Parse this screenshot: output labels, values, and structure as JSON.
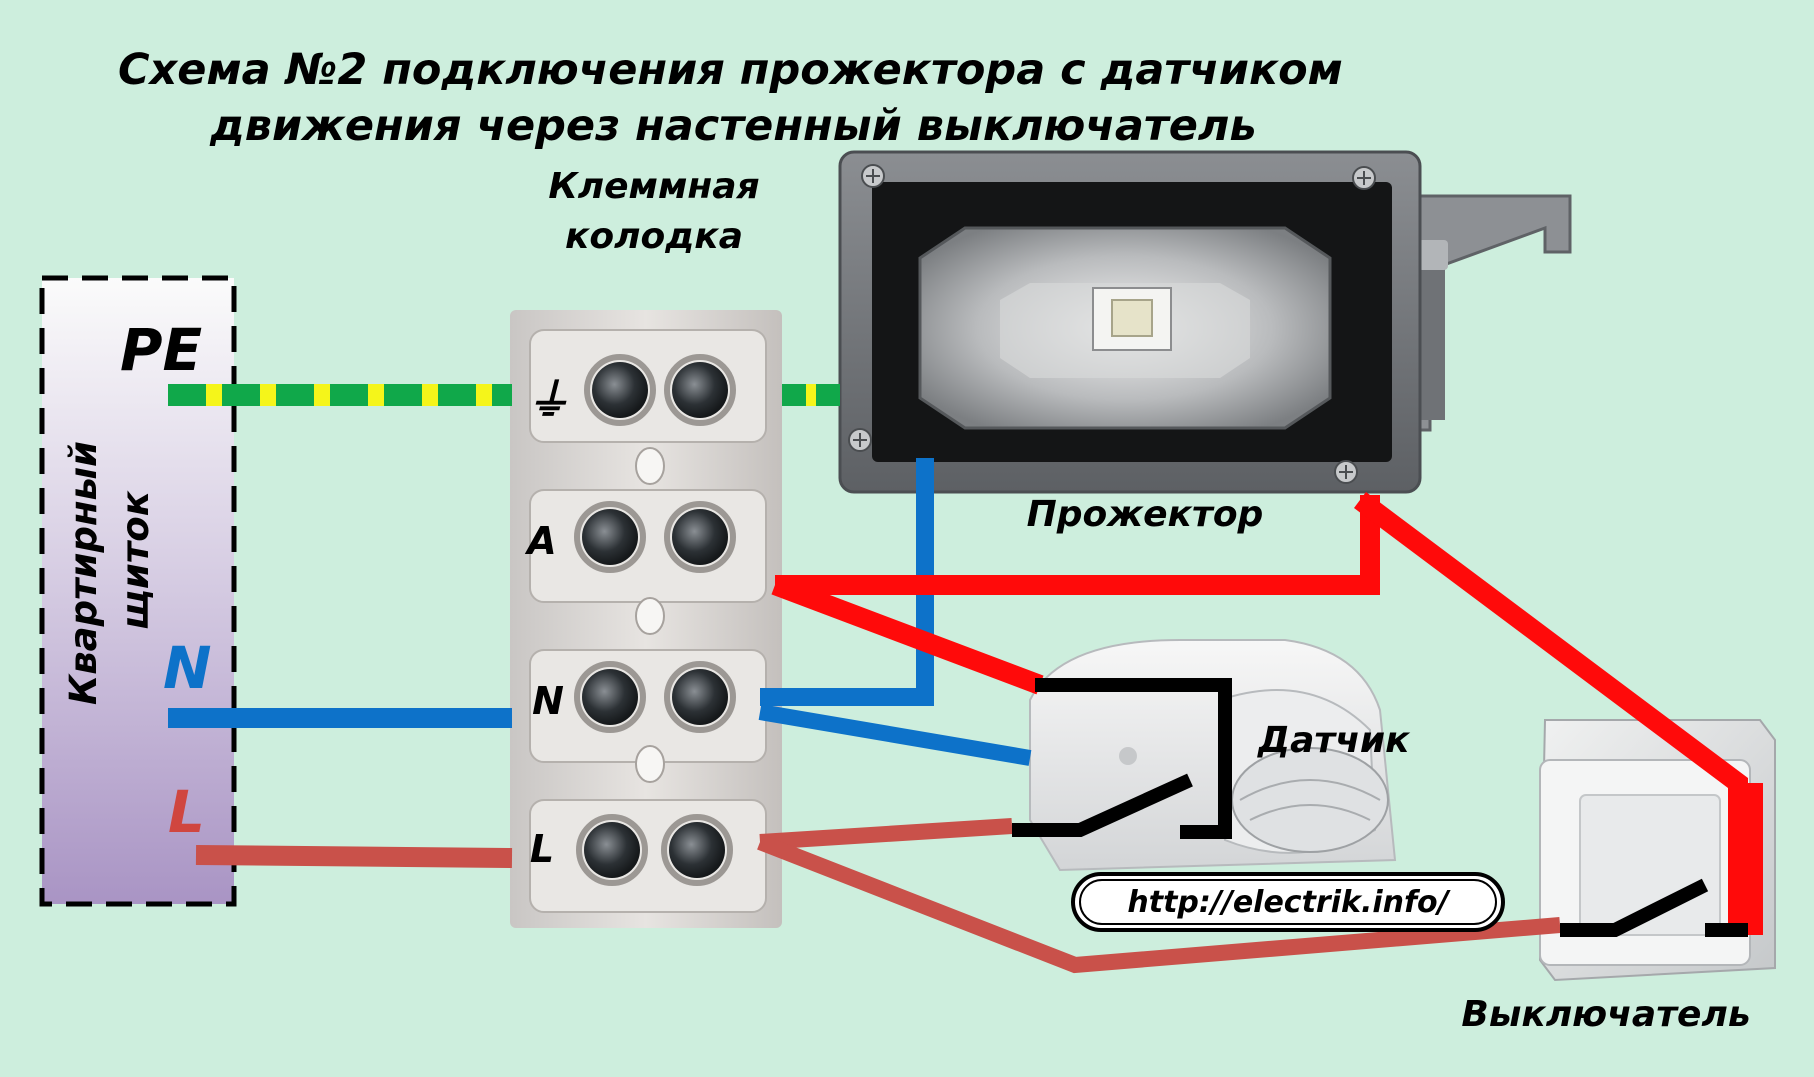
{
  "title": {
    "line1": "Схема №2 подключения прожектора с датчиком",
    "line2": "движения через настенный выключатель"
  },
  "panel": {
    "label_line1": "Квартирный",
    "label_line2": "щиток",
    "pe": "PE",
    "n": "N",
    "l": "L"
  },
  "terminal_block": {
    "label_line1": "Клеммная",
    "label_line2": "колодка",
    "ground_symbol": "⏚",
    "a": "A",
    "n": "N",
    "l": "L"
  },
  "floodlight_label": "Прожектор",
  "sensor_label": "Датчик",
  "switch_label": "Выключатель",
  "website": "http://electrik.info/",
  "colors": {
    "background": "#cdeedd",
    "pe_green": "#10a84a",
    "pe_yellow": "#f5f51a",
    "neutral_blue": "#0d72c9",
    "line_brown_red": "#c9514a",
    "switched_red": "#ff0a0a",
    "contact_black": "#000000",
    "n_label_blue": "#0d72c9",
    "l_label_red": "#d0463f"
  }
}
